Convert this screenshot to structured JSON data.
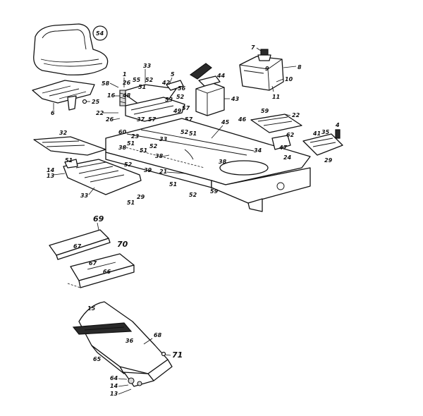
{
  "callouts": {
    "c54": "54",
    "c6": "6",
    "c25": "25",
    "c58": "58",
    "c1": "1",
    "c33a": "33",
    "c55": "55",
    "c52a": "52",
    "c5": "5",
    "c26a": "26",
    "c51a": "51",
    "c42": "42",
    "c56": "56",
    "c16": "16",
    "c48": "48",
    "c53": "53",
    "c52b": "52",
    "c57a": "57",
    "c22a": "22",
    "c26b": "26",
    "c57b": "57",
    "c49": "49",
    "c37": "37",
    "c57c": "57",
    "c44": "44",
    "c43": "43",
    "c7": "7",
    "c9": "9",
    "c8": "8",
    "c10": "10",
    "c11": "11",
    "c45": "45",
    "c46": "46",
    "c59a": "59",
    "c22b": "22",
    "c62": "62",
    "c47": "47",
    "c41": "41",
    "c35": "35",
    "c4": "4",
    "c29a": "29",
    "c32": "32",
    "c60": "60",
    "c23": "23",
    "c51b": "51",
    "c52c": "52",
    "c38a": "38",
    "c51c": "51",
    "c33b": "33",
    "c52d": "52",
    "c51d": "51",
    "c38b": "38",
    "c39": "39",
    "c21": "21",
    "c34": "34",
    "c24": "24",
    "c38c": "38",
    "c14a": "14",
    "c13a": "13",
    "c51e": "51",
    "c52e": "52",
    "c33c": "33",
    "c29b": "29",
    "c51f": "51",
    "c51g": "51",
    "c52f": "52",
    "c59b": "59",
    "c69": "69",
    "c67a": "67",
    "c70": "70",
    "c67b": "67",
    "c66": "66",
    "c68": "68",
    "c36": "36",
    "c15": "15",
    "c65": "65",
    "c71": "71",
    "c64": "64",
    "c14b": "14",
    "c13b": "13"
  }
}
